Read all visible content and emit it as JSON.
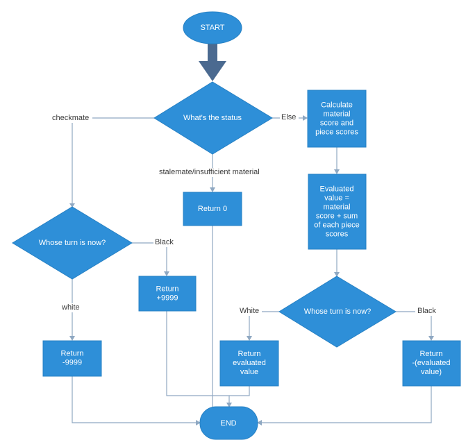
{
  "diagram": {
    "nodes": {
      "start": "START",
      "status": "What's the status",
      "calculate": "Calculate\nmaterial\nscore and\npiece scores",
      "evaluated": "Evaluated\nvalue =\nmaterial\nscore + sum\nof each piece\nscores",
      "return_zero": "Return 0",
      "whose_turn_left": "Whose turn is now?",
      "return_pos": "Return\n+9999",
      "return_neg": "Return\n-9999",
      "whose_turn_right": "Whose turn is now?",
      "return_eval": "Return\nevaluated\nvalue",
      "return_neg_eval": "Return\n-(evaluated\nvalue)",
      "end": "END"
    },
    "edge_labels": {
      "checkmate": "checkmate",
      "else": "Else",
      "stalemate": "stalemate/insufficient material",
      "black_left": "Black",
      "white_left": "white",
      "white_right": "White",
      "black_right": "Black"
    }
  },
  "colors": {
    "node_fill": "#2E8FD8",
    "connector": "#8FA8C2",
    "start_arrow": "#4B6A90"
  }
}
